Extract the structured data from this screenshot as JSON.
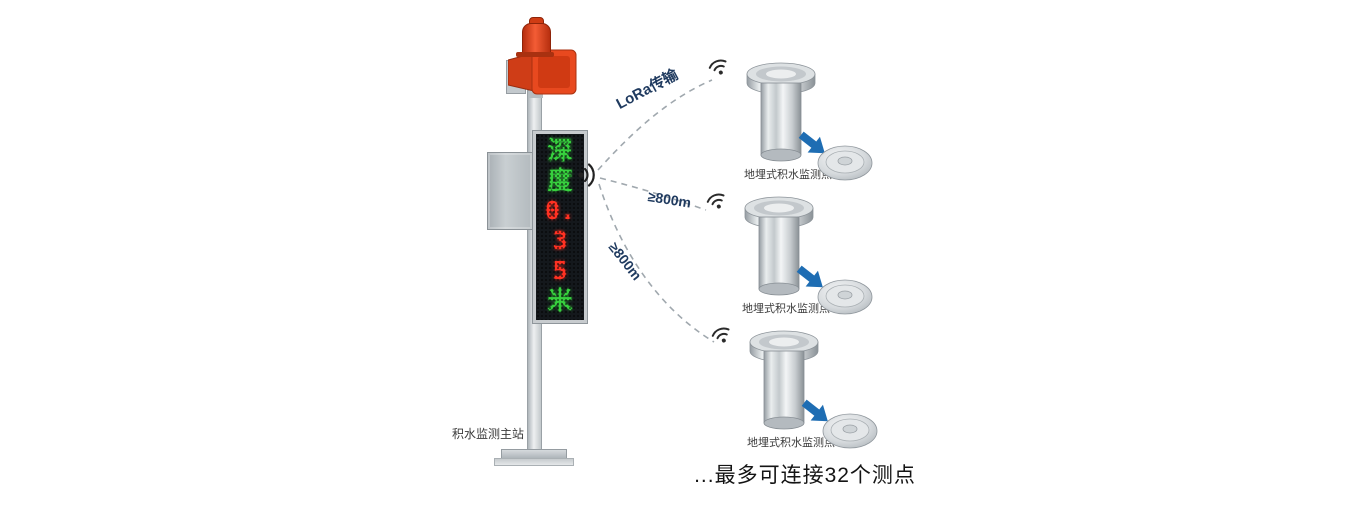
{
  "colors": {
    "alarm_red": "#e04419",
    "led_green": "#37d03e",
    "led_red": "#ff3122",
    "arrow_blue": "#1e6db3",
    "dash_gray": "#a0a8ae",
    "link_label": "#1f3a5f"
  },
  "station": {
    "label": "积水监测主站",
    "display_rows": [
      {
        "text": "深"
      },
      {
        "text": "度"
      },
      {
        "text": "0."
      },
      {
        "text": "3"
      },
      {
        "text": "5"
      },
      {
        "text": "米"
      }
    ]
  },
  "links": [
    {
      "label": "LoRa传输"
    },
    {
      "label": "≥800m"
    },
    {
      "label": "≥800m"
    }
  ],
  "sensors": [
    {
      "label": "地埋式积水监测点"
    },
    {
      "label": "地埋式积水监测点"
    },
    {
      "label": "地埋式积水监测点"
    }
  ],
  "footer": {
    "text": "...最多可连接32个测点"
  },
  "icons": {
    "signal": "radio-signal-icon",
    "wifi": "wifi-icon",
    "arrow": "arrow-down-right-icon",
    "beacon": "alarm-beacon-icon"
  }
}
